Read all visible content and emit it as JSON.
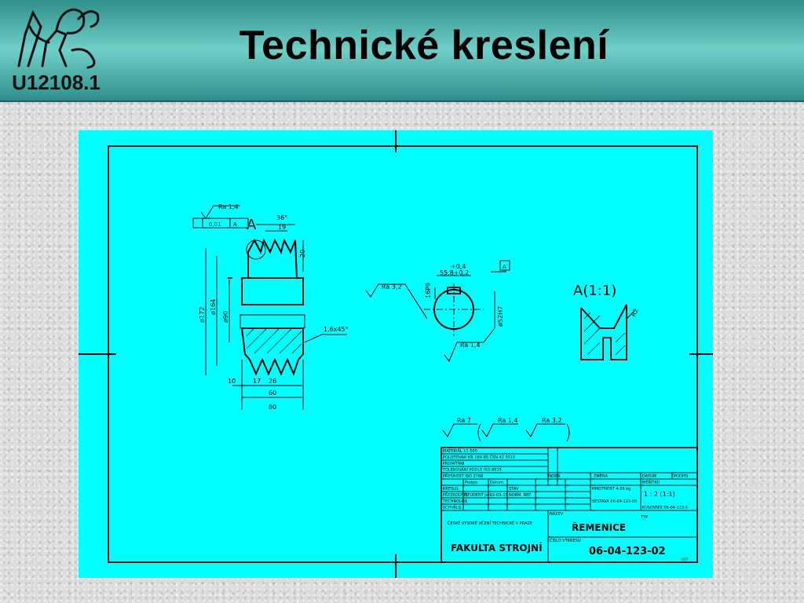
{
  "header": {
    "course_code": "U12108.1",
    "title": "Technické kreslení",
    "logo_icon": "lion-emblem-icon"
  },
  "drawing": {
    "section_label": "A",
    "detail_label": "A(1:1)",
    "roughness_main": "Ra 1,4",
    "tolerance_value": "0,01",
    "tolerance_datum": "A",
    "datum_flag": "A",
    "dims": {
      "angle": "36°",
      "groove_width": "19",
      "groove_depth": "20",
      "d172": "ø172",
      "d164": "ø164",
      "d90": "ø90",
      "chamfer": "1,6x45°",
      "w10": "10",
      "w17": "17",
      "w26": "26",
      "w60": "60",
      "w80": "80",
      "keyway_tol": "+0,4",
      "keyway_dim": "55,8+0,2",
      "keyway_width": "16P9",
      "bore": "ø52H7",
      "ra32": "Ra 3,2",
      "ra14_bore": "Ra 1,4",
      "r2": "R2"
    },
    "roughness_legend": [
      "Ra 7",
      "Ra 1,4",
      "Ra 3,2"
    ],
    "title_block": {
      "school": "ČESKÉ VYSOKÉ UČENÍ TECHNICKÉ V PRAZE",
      "faculty": "FAKULTA STROJNÍ",
      "name_label": "NÁZEV",
      "part_name": "ŘEMENICE",
      "number_label": "ČÍSLO VÝKRESU",
      "drawing_number": "06-04-123-02",
      "scale_label": "MĚŘÍTKO",
      "scale": "1 : 2  (1:1)",
      "type_label": "TYP",
      "sheet_label": "LIST",
      "row1": "MATERIÁL  11 500",
      "row2": "POLOTOVAR  KR 180-85 ČSN 42 5510",
      "row3": "PROMÍTÁNÍ",
      "row4": "TOLEROVÁNÍ PODLE ISO 8015",
      "row5": "PŘESNOST ISO 2768",
      "person1": "STUDENT Jan",
      "date1": "02-03-15",
      "mass": "HMOTNOST  4,05 kg",
      "norm": "NORM. REF.",
      "kresl": "KRESLIL",
      "prez": "PŘEZKOUŠEL",
      "tech": "TECHNOLOG",
      "schv": "SCHVÁLIL",
      "ref": "SESTAVA 06-04-123-00",
      "ref2": "KUSOVNÍK 06-04-123-X",
      "col_podpis": "Podpis",
      "col_datum": "Datum",
      "stav": "STAV",
      "zmena": "ZMĚNA",
      "datum": "DATUM",
      "podpis": "PODPIS",
      "index": "INDEX"
    }
  }
}
